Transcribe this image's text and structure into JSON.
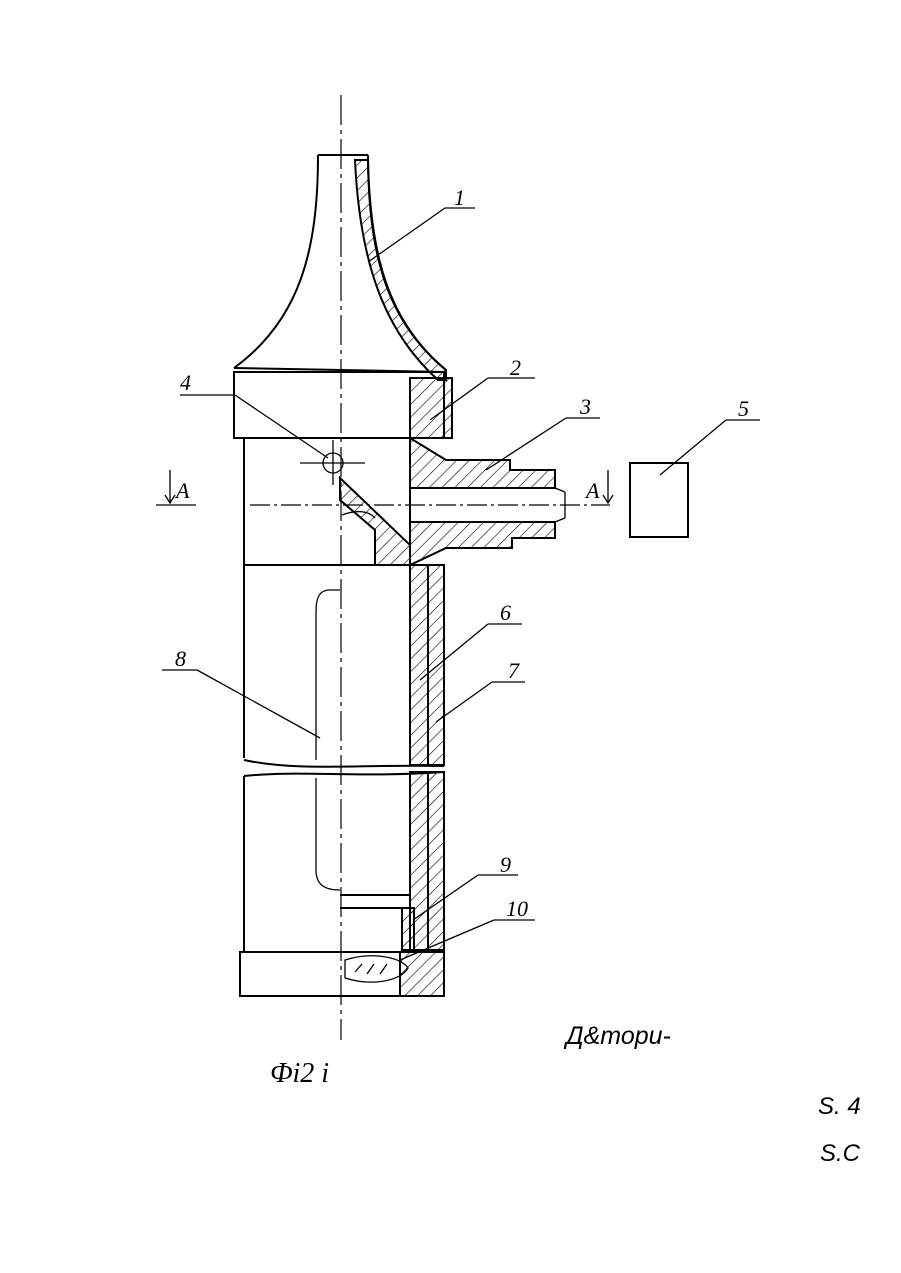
{
  "labels": {
    "l1": "1",
    "l2": "2",
    "l3": "3",
    "l4": "4",
    "l5": "5",
    "l6": "6",
    "l7": "7",
    "l8": "8",
    "l9": "9",
    "l10": "10"
  },
  "section_marks": {
    "left": "A",
    "right": "A"
  },
  "footer": {
    "author": "Д&тори-",
    "figure_caption": "Фі2 і",
    "page_line1": "S. 4",
    "page_line2": "S.C"
  }
}
